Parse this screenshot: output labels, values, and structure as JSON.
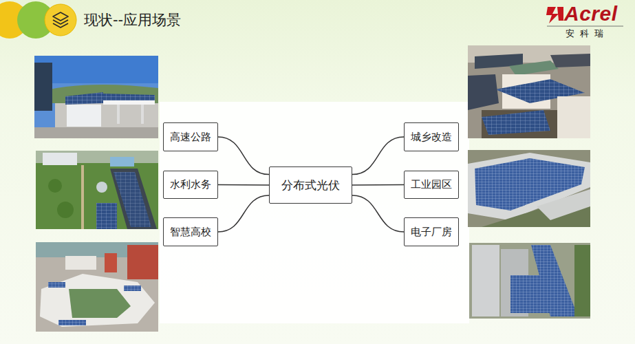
{
  "diagram": {
    "title": "现状--应用场景",
    "nodes": [
      {
        "text": [
          "高速公路"
        ]
      },
      {
        "text": [
          "水利水务"
        ]
      },
      {
        "text": [
          "智慧高校"
        ]
      },
      {
        "text": [
          "分布式光伏"
        ]
      },
      {
        "text": [
          "城乡改造"
        ]
      },
      {
        "text": [
          "工业园区"
        ]
      },
      {
        "text": [
          "电子厂房"
        ]
      }
    ],
    "edges": [
      {
        "from": 3,
        "to": 0,
        "arrow": "none"
      },
      {
        "from": 3,
        "to": 1,
        "arrow": "none"
      },
      {
        "from": 3,
        "to": 2,
        "arrow": "none"
      },
      {
        "from": 3,
        "to": 4,
        "arrow": "none"
      },
      {
        "from": 3,
        "to": 5,
        "arrow": "none"
      },
      {
        "from": 3,
        "to": 6,
        "arrow": "none"
      }
    ],
    "labels": [
      "Acrel",
      "安 科 瑞"
    ]
  }
}
